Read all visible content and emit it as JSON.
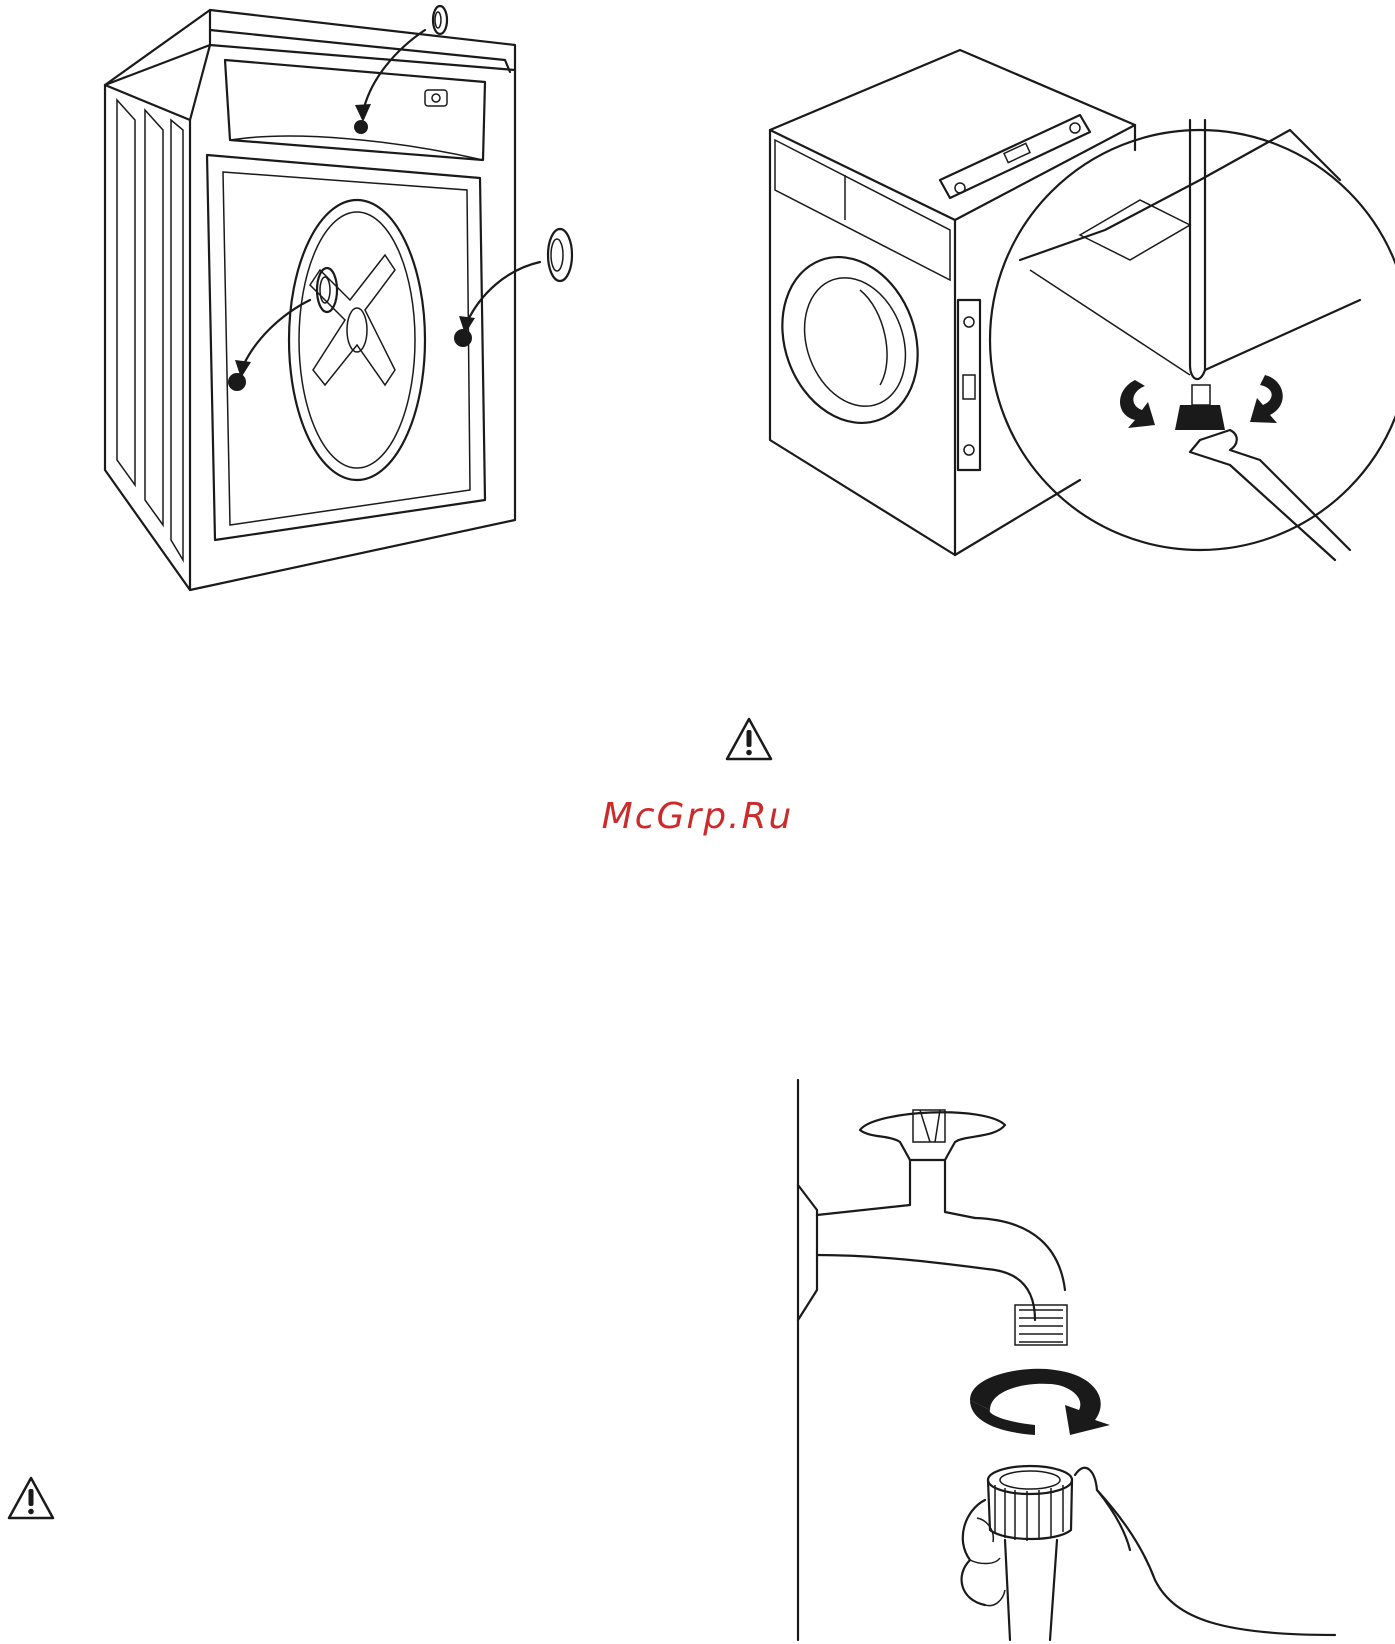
{
  "watermark": {
    "text": "McGrp.Ru",
    "color": "#cc2b2b"
  },
  "figures": [
    {
      "name": "rear-transit-bolts",
      "icon": "washer-rear-plugs-illustration"
    },
    {
      "name": "levelling-feet",
      "icon": "washer-level-wrench-illustration"
    },
    {
      "name": "hose-to-tap",
      "icon": "tap-hose-connection-illustration"
    }
  ],
  "warnings": [
    {
      "icon": "warning-triangle-icon"
    },
    {
      "icon": "warning-triangle-icon"
    }
  ],
  "colors": {
    "line": "#1a1a1a",
    "drum": "#e8e8e8",
    "accent": "#cc2b2b"
  }
}
